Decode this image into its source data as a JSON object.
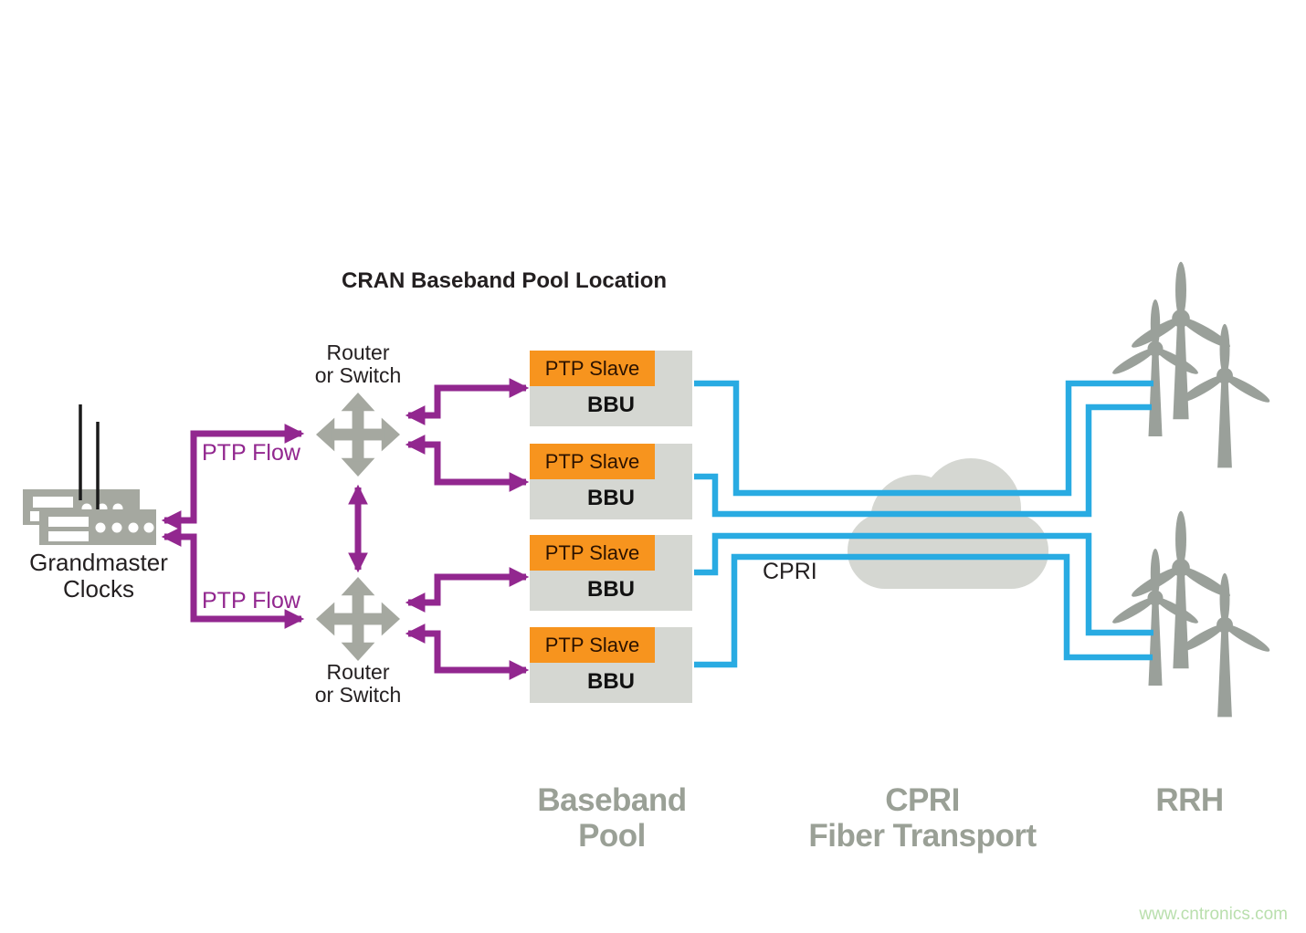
{
  "title": "CRAN Baseband Pool Location",
  "grandmaster": {
    "line1": "Grandmaster",
    "line2": "Clocks"
  },
  "router_top": {
    "line1": "Router",
    "line2": "or Switch"
  },
  "router_bottom": {
    "line1": "Router",
    "line2": "or Switch"
  },
  "ptp_flow_top": "PTP Flow",
  "ptp_flow_bottom": "PTP Flow",
  "bbus": [
    {
      "header": "PTP Slave",
      "label": "BBU"
    },
    {
      "header": "PTP Slave",
      "label": "BBU"
    },
    {
      "header": "PTP Slave",
      "label": "BBU"
    },
    {
      "header": "PTP Slave",
      "label": "BBU"
    }
  ],
  "cpri_link_label": "CPRI",
  "sections": {
    "baseband_pool": {
      "line1": "Baseband",
      "line2": "Pool"
    },
    "cpri_transport": {
      "line1": "CPRI",
      "line2": "Fiber Transport"
    },
    "rrh": "RRH"
  },
  "watermark": "www.cntronics.com",
  "colors": {
    "purple": "#92278F",
    "blue": "#29ABE2",
    "orange": "#F7941E",
    "box_gray": "#D5D7D2",
    "icon_gray": "#A5A8A0",
    "turbine_gray": "#9AA09A",
    "section_label_gray": "#9AA096",
    "watermark_green": "#B9DFAD"
  }
}
